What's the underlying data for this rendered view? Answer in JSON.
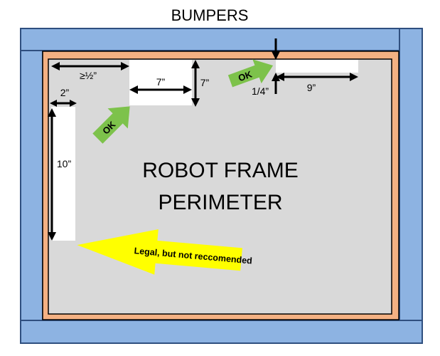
{
  "title": "BUMPERS",
  "center_label": {
    "line1": "ROBOT FRAME",
    "line2": "PERIMETER"
  },
  "dimensions": {
    "min_half": "≥½”",
    "notch_width": "7”",
    "notch_depth": "7”",
    "side_width": "2”",
    "side_length": "10”",
    "gap_width": "9”",
    "gap_depth": "1/4”"
  },
  "arrows": {
    "ok_top": "OK",
    "ok_left": "OK",
    "legal_note": "Legal, but not reccomended"
  },
  "colors": {
    "bumper": "#8db3e2",
    "frame_edge": "#f4b183",
    "frame_fill": "#d9d9d9",
    "ok_arrow": "#7dc24b",
    "note_arrow": "#ffff00"
  }
}
